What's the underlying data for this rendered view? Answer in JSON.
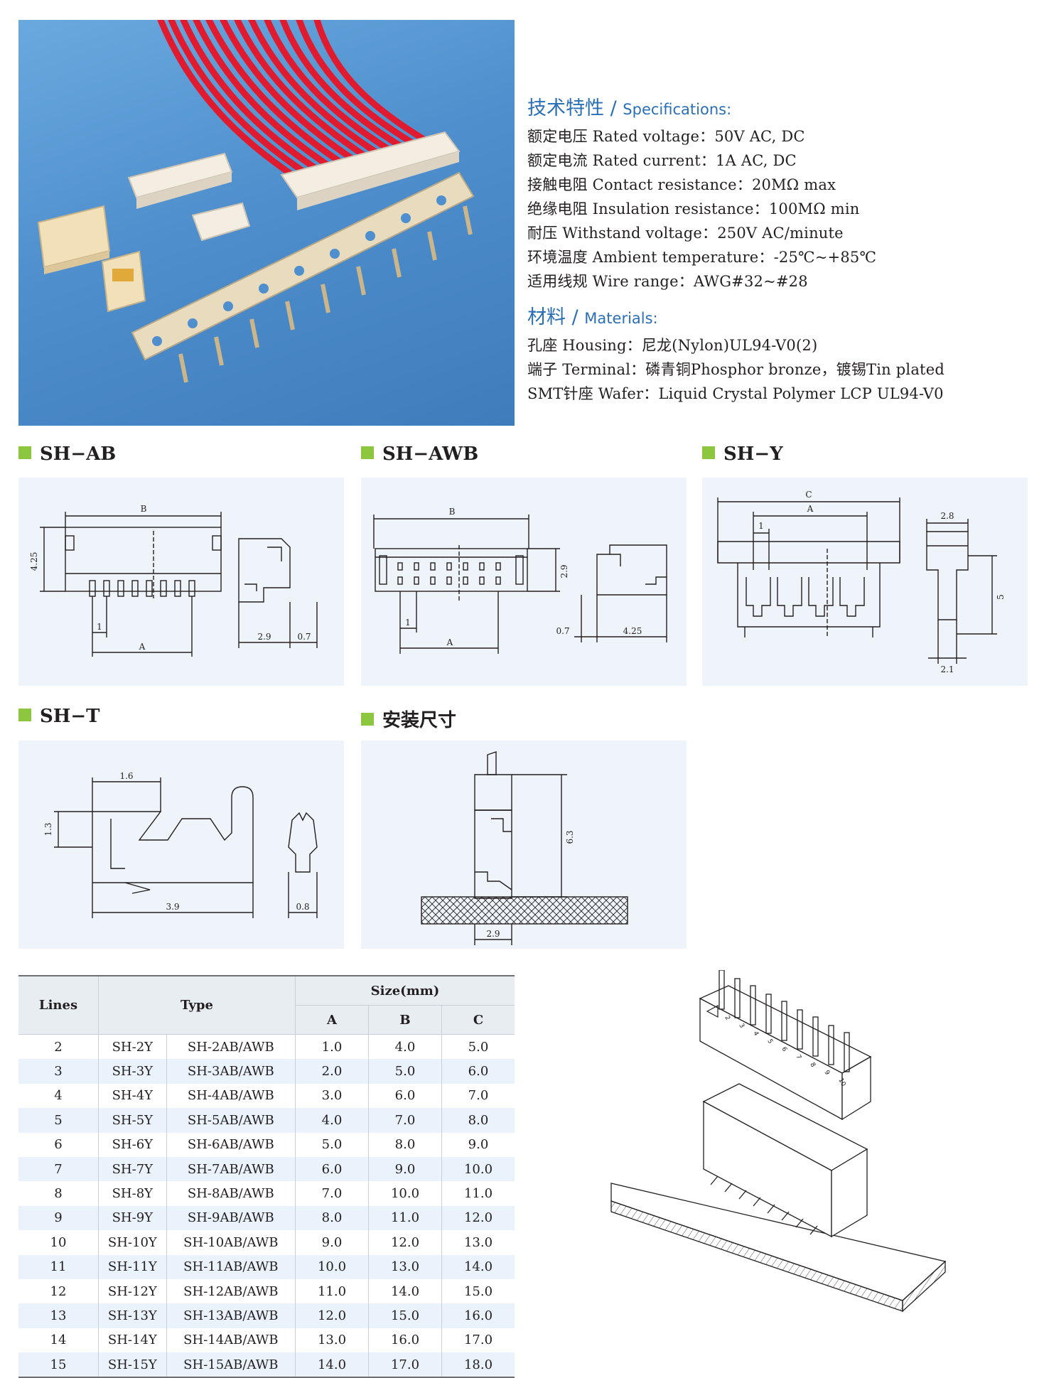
{
  "specs": {
    "title_cn": "技术特性",
    "title_sep": "/",
    "title_en": "Specifications:",
    "lines": [
      "额定电压 Rated voltage：50V AC, DC",
      "额定电流 Rated current：1A AC, DC",
      "接触电阻 Contact resistance：20MΩ max",
      "绝缘电阻 Insulation resistance：100MΩ min",
      "耐压 Withstand voltage：250V AC/minute",
      "环境温度 Ambient temperature：-25℃~+85℃",
      "适用线规 Wire range：AWG#32~#28"
    ]
  },
  "materials": {
    "title_cn": "材料",
    "title_sep": "/",
    "title_en": "Materials:",
    "lines": [
      "孔座 Housing：尼龙(Nylon)UL94-V0(2)",
      "端子 Terminal：磷青铜Phosphor bronze，镀锡Tin plated",
      "SMT针座 Wafer：Liquid Crystal Polymer LCP UL94-V0"
    ]
  },
  "sections": {
    "sh_ab": "SH−AB",
    "sh_awb": "SH−AWB",
    "sh_y": "SH−Y",
    "sh_t": "SH−T",
    "install": "安装尺寸"
  },
  "dims": {
    "ab": {
      "b": "B",
      "a": "A",
      "h": "4.25",
      "p": "1",
      "w1": "2.9",
      "w2": "0.7"
    },
    "awb": {
      "b": "B",
      "a": "A",
      "h": "2.9",
      "p": "1",
      "w1": "0.7",
      "w2": "4.25"
    },
    "y": {
      "c": "C",
      "a": "A",
      "p": "1",
      "w1": "2.8",
      "h": "5",
      "w2": "2.1"
    },
    "t": {
      "l1": "1.6",
      "h": "1.3",
      "l2": "3.9",
      "w": "0.8"
    },
    "install": {
      "h": "6.3",
      "w": "2.9"
    }
  },
  "iso_numbers": [
    "2",
    "3",
    "4",
    "5",
    "6",
    "7",
    "8",
    "9",
    "10"
  ],
  "table": {
    "h_lines": "Lines",
    "h_type": "Type",
    "h_size": "Size(mm)",
    "h_a": "A",
    "h_b": "B",
    "h_c": "C",
    "rows": [
      [
        "2",
        "SH-2Y",
        "SH-2AB/AWB",
        "1.0",
        "4.0",
        "5.0"
      ],
      [
        "3",
        "SH-3Y",
        "SH-3AB/AWB",
        "2.0",
        "5.0",
        "6.0"
      ],
      [
        "4",
        "SH-4Y",
        "SH-4AB/AWB",
        "3.0",
        "6.0",
        "7.0"
      ],
      [
        "5",
        "SH-5Y",
        "SH-5AB/AWB",
        "4.0",
        "7.0",
        "8.0"
      ],
      [
        "6",
        "SH-6Y",
        "SH-6AB/AWB",
        "5.0",
        "8.0",
        "9.0"
      ],
      [
        "7",
        "SH-7Y",
        "SH-7AB/AWB",
        "6.0",
        "9.0",
        "10.0"
      ],
      [
        "8",
        "SH-8Y",
        "SH-8AB/AWB",
        "7.0",
        "10.0",
        "11.0"
      ],
      [
        "9",
        "SH-9Y",
        "SH-9AB/AWB",
        "8.0",
        "11.0",
        "12.0"
      ],
      [
        "10",
        "SH-10Y",
        "SH-10AB/AWB",
        "9.0",
        "12.0",
        "13.0"
      ],
      [
        "11",
        "SH-11Y",
        "SH-11AB/AWB",
        "10.0",
        "13.0",
        "14.0"
      ],
      [
        "12",
        "SH-12Y",
        "SH-12AB/AWB",
        "11.0",
        "14.0",
        "15.0"
      ],
      [
        "13",
        "SH-13Y",
        "SH-13AB/AWB",
        "12.0",
        "15.0",
        "16.0"
      ],
      [
        "14",
        "SH-14Y",
        "SH-14AB/AWB",
        "13.0",
        "16.0",
        "17.0"
      ],
      [
        "15",
        "SH-15Y",
        "SH-15AB/AWB",
        "14.0",
        "17.0",
        "18.0"
      ]
    ]
  },
  "colors": {
    "accent_blue": "#2b6fb6",
    "bullet_green": "#8dc63f",
    "panel_bg": "#eef4fa",
    "photo_bg": "#4f8fcd",
    "wire_red": "#e01b2f"
  }
}
